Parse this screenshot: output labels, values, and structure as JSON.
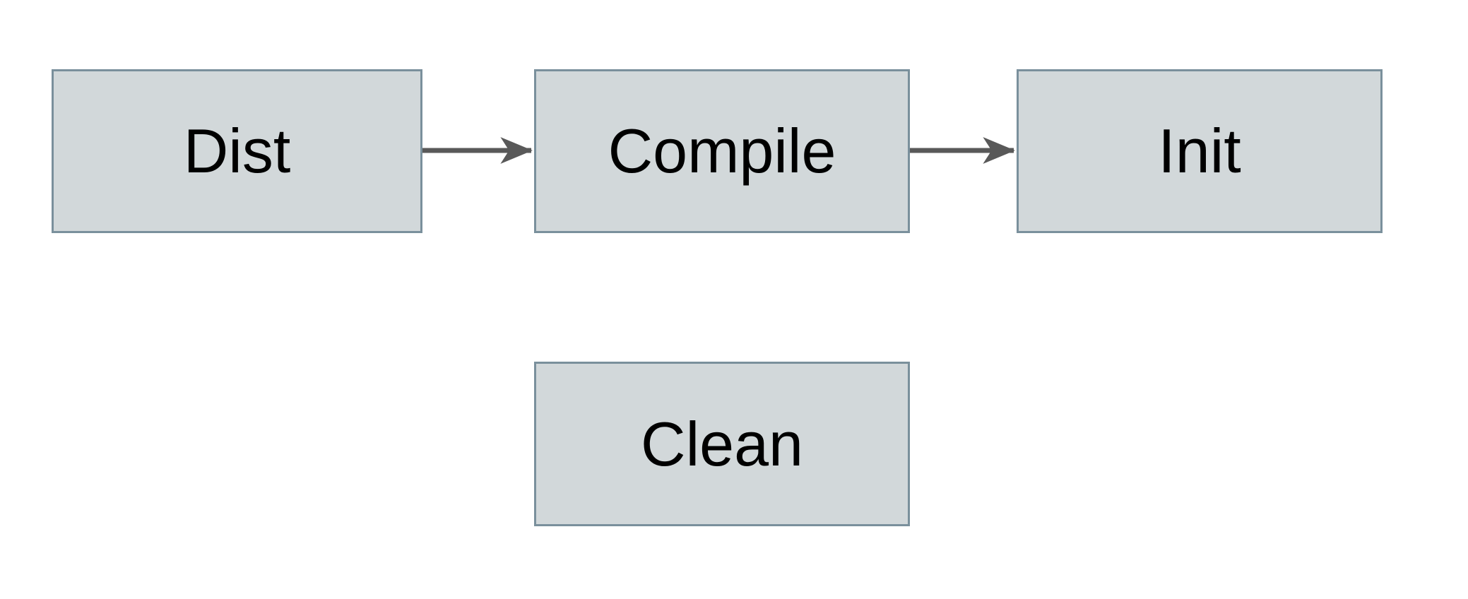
{
  "diagram": {
    "type": "flowchart",
    "background_color": "#ffffff",
    "node_fill_color": "#d2d8da",
    "node_border_color": "#7a909c",
    "node_text_color": "#000000",
    "arrow_color": "#595959",
    "nodes": [
      {
        "id": "dist",
        "label": "Dist"
      },
      {
        "id": "compile",
        "label": "Compile"
      },
      {
        "id": "init",
        "label": "Init"
      },
      {
        "id": "clean",
        "label": "Clean"
      }
    ],
    "edges": [
      {
        "from": "dist",
        "to": "compile"
      },
      {
        "from": "compile",
        "to": "init"
      }
    ]
  }
}
